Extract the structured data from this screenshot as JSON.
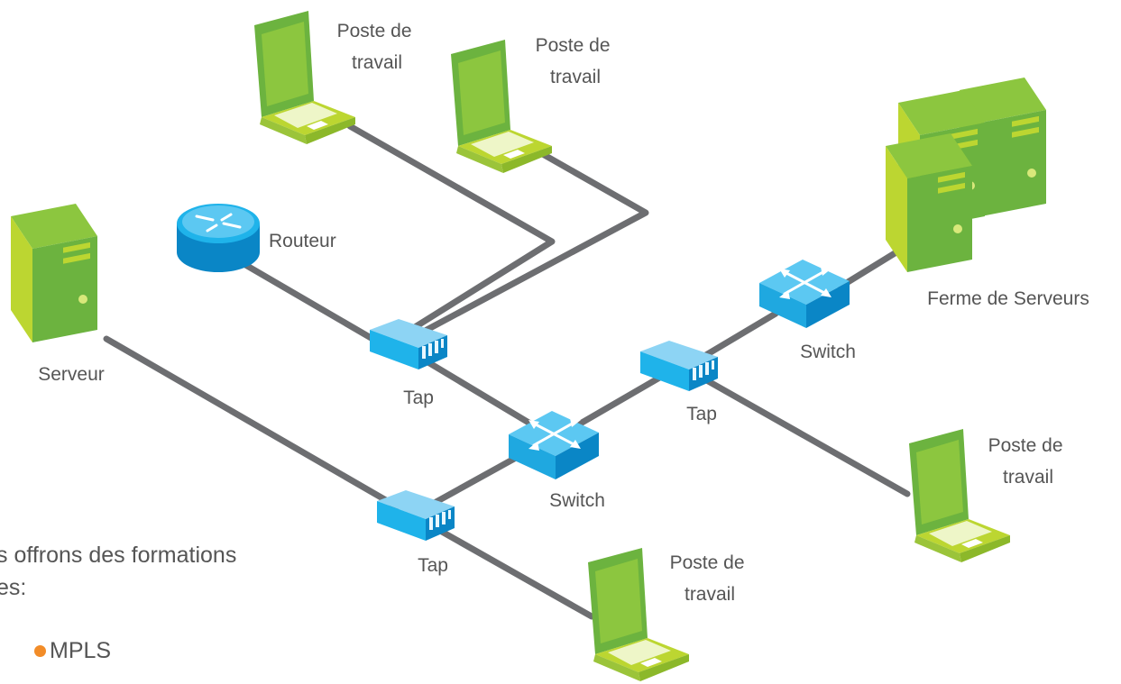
{
  "labels": {
    "workstation_top_left": [
      "Poste de",
      "travail"
    ],
    "workstation_top_mid": [
      "Poste de",
      "travail"
    ],
    "workstation_right": [
      "Poste de",
      "travail"
    ],
    "workstation_bottom": [
      "Poste de",
      "travail"
    ],
    "router": "Routeur",
    "server": "Serveur",
    "server_farm": "Ferme de Serveurs",
    "tap_top": "Tap",
    "tap_right": "Tap",
    "tap_bottom": "Tap",
    "switch_center": "Switch",
    "switch_right": "Switch"
  },
  "text": {
    "line1": "s offrons des formations",
    "line2": "es:",
    "bullet1": "MPLS"
  },
  "colors": {
    "cable": "#6d6e71",
    "device_blue": "#1fb3ea",
    "device_green": "#6cb33f",
    "device_lime": "#bcd631",
    "bullet": "#f28c28"
  },
  "icons": {
    "workstation": "laptop-icon",
    "router": "router-icon",
    "switch": "switch-icon",
    "tap": "tap-icon",
    "server": "server-tower-icon"
  }
}
